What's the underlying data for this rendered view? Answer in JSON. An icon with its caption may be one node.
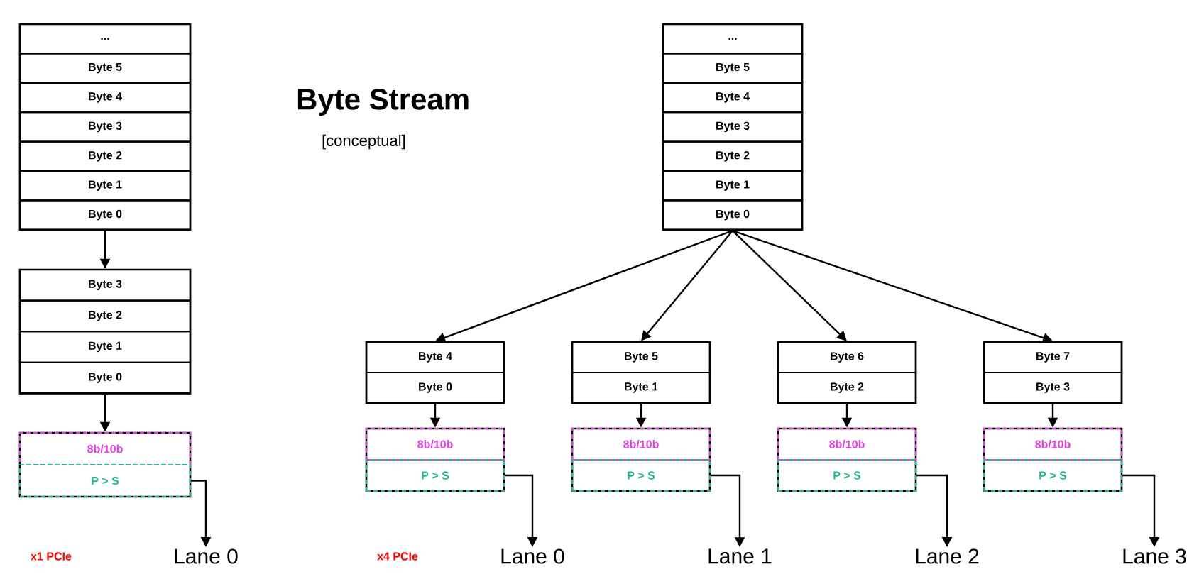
{
  "diagram": {
    "title": "Byte Stream",
    "nodes": [
      {
        "text": [],
        "shape": "box"
      },
      {
        "text": [
          "..."
        ],
        "in": 0
      },
      {
        "text": [
          "Byte 5"
        ],
        "in": 0
      },
      {
        "text": [
          "Byte 4"
        ],
        "in": 0
      },
      {
        "text": [
          "Byte 3"
        ],
        "in": 0
      },
      {
        "text": [
          "Byte 2"
        ],
        "in": 0
      },
      {
        "text": [
          "Byte 1"
        ],
        "in": 0
      },
      {
        "text": [
          "Byte 0"
        ],
        "in": 0
      },
      {
        "text": [],
        "shape": "box"
      },
      {
        "text": [
          "Byte 3"
        ],
        "in": 8
      },
      {
        "text": [
          "Byte 2"
        ],
        "in": 8
      },
      {
        "text": [
          "Byte 1"
        ],
        "in": 8
      },
      {
        "text": [
          "Byte 0"
        ],
        "in": 8
      },
      {
        "text": [],
        "shape": "box"
      },
      {
        "text": [
          "8b/10b"
        ],
        "in": 13
      },
      {
        "text": [
          "P > S"
        ],
        "in": 13
      },
      {
        "text": [
          "Lane 0"
        ]
      },
      {
        "text": [],
        "shape": "box"
      },
      {
        "text": [
          "..."
        ],
        "in": 17
      },
      {
        "text": [
          "Byte 5"
        ],
        "in": 17
      },
      {
        "text": [
          "Byte 4"
        ],
        "in": 17
      },
      {
        "text": [
          "Byte 3"
        ],
        "in": 17
      },
      {
        "text": [
          "Byte 2"
        ],
        "in": 17
      },
      {
        "text": [
          "Byte 1"
        ],
        "in": 17
      },
      {
        "text": [
          "Byte 0"
        ],
        "in": 17
      },
      {
        "text": [],
        "shape": "box"
      },
      {
        "text": [
          "Byte 4"
        ],
        "in": 25
      },
      {
        "text": [
          "Byte 0"
        ],
        "in": 25
      },
      {
        "text": [],
        "shape": "box"
      },
      {
        "text": [
          "8b/10b"
        ],
        "in": 28
      },
      {
        "text": [
          "P > S"
        ],
        "in": 28
      },
      {
        "text": [
          "Lane 0"
        ]
      },
      {
        "text": [],
        "shape": "box"
      },
      {
        "text": [
          "Byte 5"
        ],
        "in": 32
      },
      {
        "text": [
          "Byte 1"
        ],
        "in": 32
      },
      {
        "text": [],
        "shape": "box"
      },
      {
        "text": [
          "8b/10b"
        ],
        "in": 35
      },
      {
        "text": [
          "P > S"
        ],
        "in": 35
      },
      {
        "text": [
          "Lane 1"
        ]
      },
      {
        "text": [],
        "shape": "box"
      },
      {
        "text": [
          "Byte 6"
        ],
        "in": 39
      },
      {
        "text": [
          "Byte 2"
        ],
        "in": 39
      },
      {
        "text": [],
        "shape": "box"
      },
      {
        "text": [
          "8b/10b"
        ],
        "in": 42
      },
      {
        "text": [
          "P > S"
        ],
        "in": 42
      },
      {
        "text": [
          "Lane 2"
        ]
      },
      {
        "text": [],
        "shape": "box"
      },
      {
        "text": [
          "Byte 7"
        ],
        "in": 46
      },
      {
        "text": [
          "Byte 3"
        ],
        "in": 46
      },
      {
        "text": [],
        "shape": "box"
      },
      {
        "text": [
          "8b/10b"
        ],
        "in": 49
      },
      {
        "text": [
          "P > S"
        ],
        "in": 49
      },
      {
        "text": [
          "Lane 3"
        ]
      }
    ],
    "edges": [
      {
        "from": 0,
        "to": 8,
        "arrow": "to"
      },
      {
        "from": 8,
        "to": 13,
        "arrow": "to"
      },
      {
        "from": 15,
        "to": 16,
        "arrow": "to"
      },
      {
        "from": 17,
        "to": 25,
        "arrow": "to"
      },
      {
        "from": 17,
        "to": 32,
        "arrow": "to"
      },
      {
        "from": 17,
        "to": 39,
        "arrow": "to"
      },
      {
        "from": 17,
        "to": 46,
        "arrow": "to"
      },
      {
        "from": 25,
        "to": 28,
        "arrow": "to"
      },
      {
        "from": 30,
        "to": 31,
        "arrow": "to"
      },
      {
        "from": 32,
        "to": 35,
        "arrow": "to"
      },
      {
        "from": 37,
        "to": 38,
        "arrow": "to"
      },
      {
        "from": 39,
        "to": 42,
        "arrow": "to"
      },
      {
        "from": 44,
        "to": 45,
        "arrow": "to"
      },
      {
        "from": 46,
        "to": 49,
        "arrow": "to"
      },
      {
        "from": 51,
        "to": 52,
        "arrow": "to"
      }
    ],
    "labels": [
      "[conceptual]",
      "x1 PCIe",
      "x4 PCIe"
    ]
  }
}
